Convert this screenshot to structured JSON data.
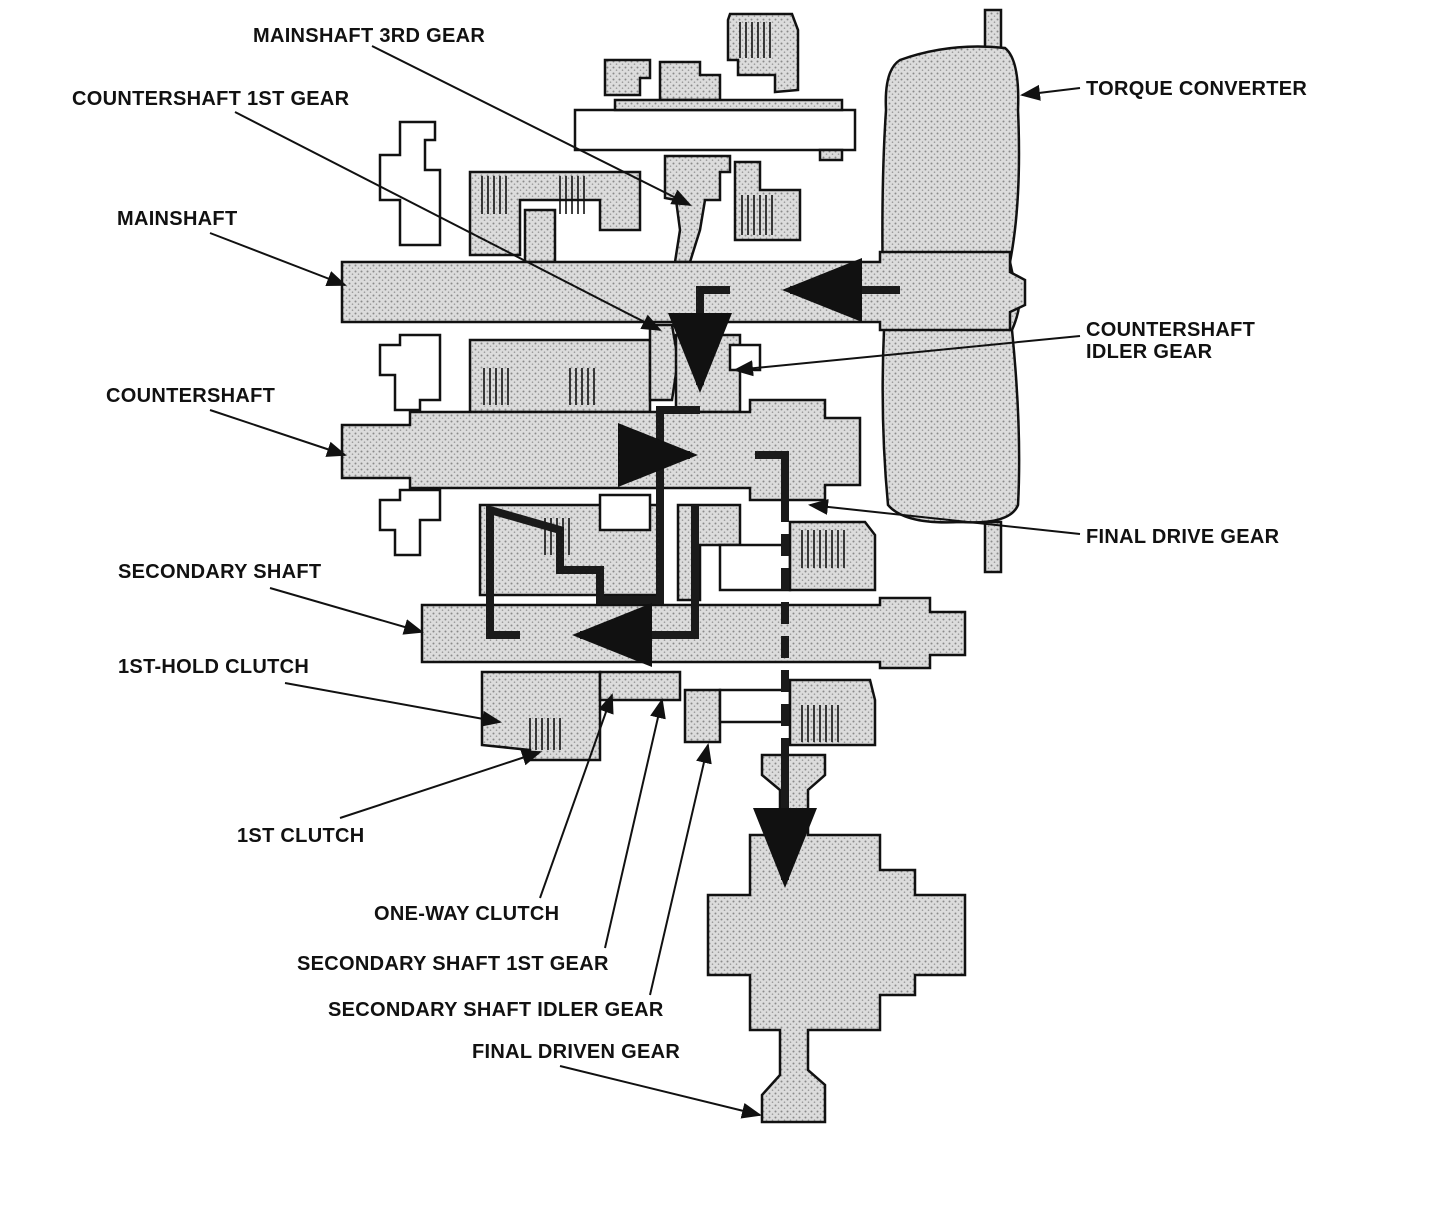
{
  "labels": {
    "mainshaft_3rd_gear": "MAINSHAFT 3RD GEAR",
    "countershaft_1st_gear": "COUNTERSHAFT 1ST GEAR",
    "torque_converter": "TORQUE CONVERTER",
    "mainshaft": "MAINSHAFT",
    "countershaft_idler_gear_line1": "COUNTERSHAFT",
    "countershaft_idler_gear_line2": "IDLER GEAR",
    "countershaft": "COUNTERSHAFT",
    "final_drive_gear": "FINAL DRIVE GEAR",
    "secondary_shaft": "SECONDARY SHAFT",
    "first_hold_clutch": "1ST-HOLD CLUTCH",
    "first_clutch": "1ST CLUTCH",
    "one_way_clutch": "ONE-WAY CLUTCH",
    "secondary_shaft_1st_gear": "SECONDARY SHAFT 1ST GEAR",
    "secondary_shaft_idler_gear": "SECONDARY SHAFT IDLER GEAR",
    "final_driven_gear": "FINAL DRIVEN GEAR"
  },
  "colors": {
    "line": "#111111",
    "stipple_fill": "#cfcfcf",
    "background": "#ffffff"
  }
}
